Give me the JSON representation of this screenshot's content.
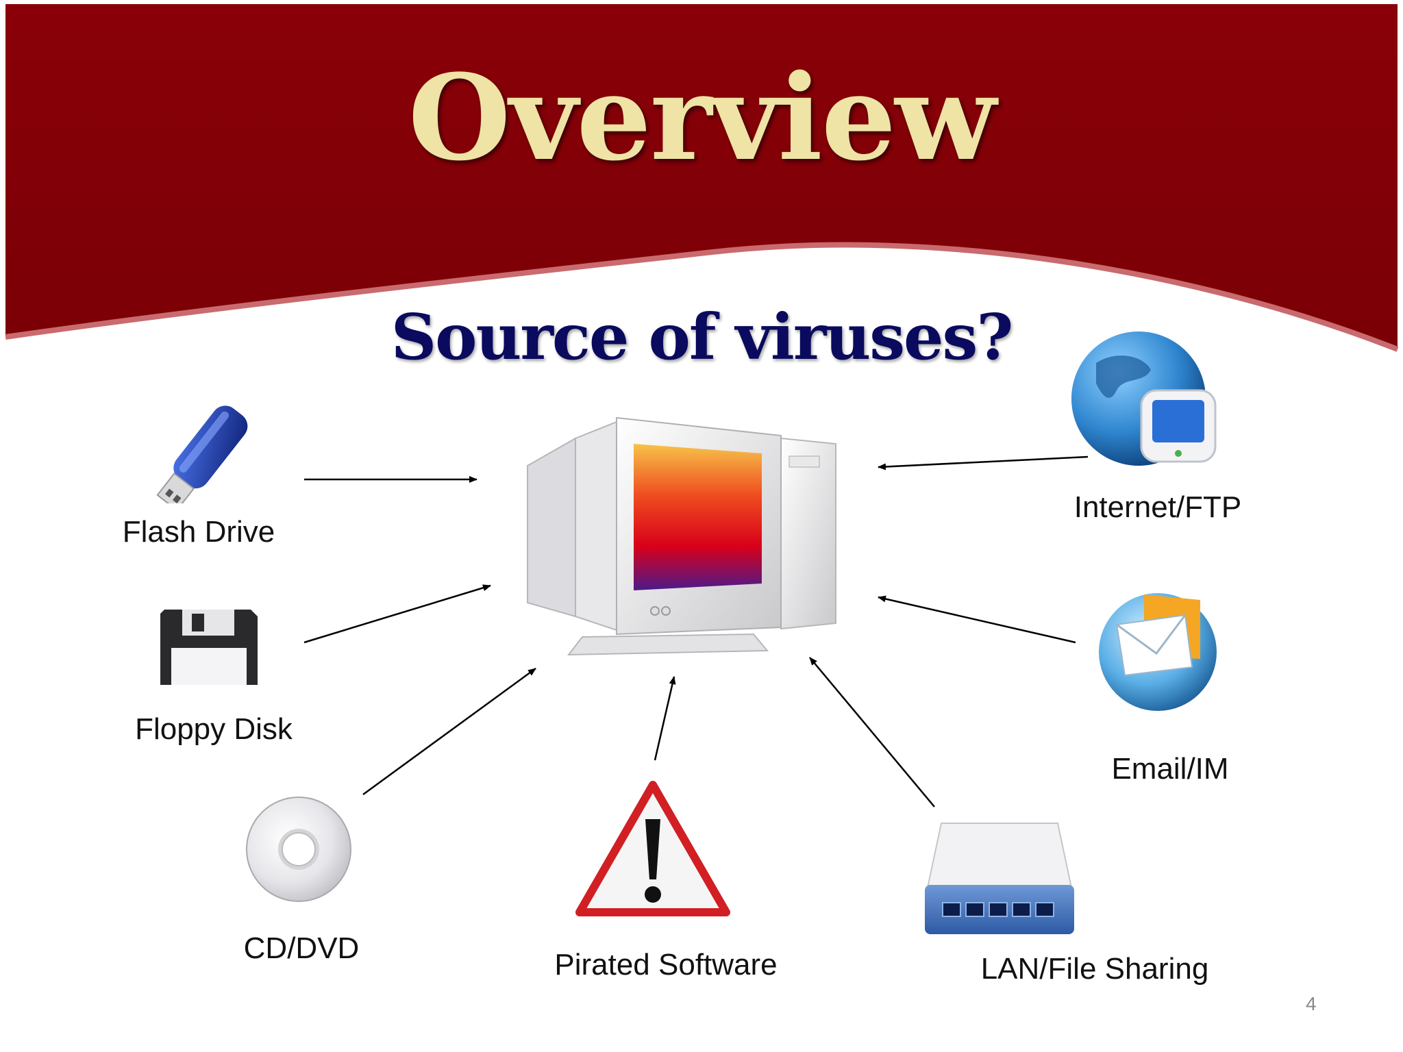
{
  "slide": {
    "title": "Overview",
    "subtitle": "Source of viruses?",
    "page_number": "4",
    "colors": {
      "banner": "#870006",
      "banner_edge": "#c96a6e",
      "title_text": "#efe3a6",
      "subtitle_text": "#0a0a5e"
    }
  },
  "diagram": {
    "center": {
      "icon": "computer-icon"
    },
    "sources": [
      {
        "label": "Flash Drive",
        "icon": "flash-drive-icon"
      },
      {
        "label": "Floppy Disk",
        "icon": "floppy-disk-icon"
      },
      {
        "label": "CD/DVD",
        "icon": "cd-dvd-icon"
      },
      {
        "label": "Pirated Software",
        "icon": "warning-icon"
      },
      {
        "label": "LAN/File Sharing",
        "icon": "network-switch-icon"
      },
      {
        "label": "Email/IM",
        "icon": "email-icon"
      },
      {
        "label": "Internet/FTP",
        "icon": "globe-icon"
      }
    ]
  }
}
